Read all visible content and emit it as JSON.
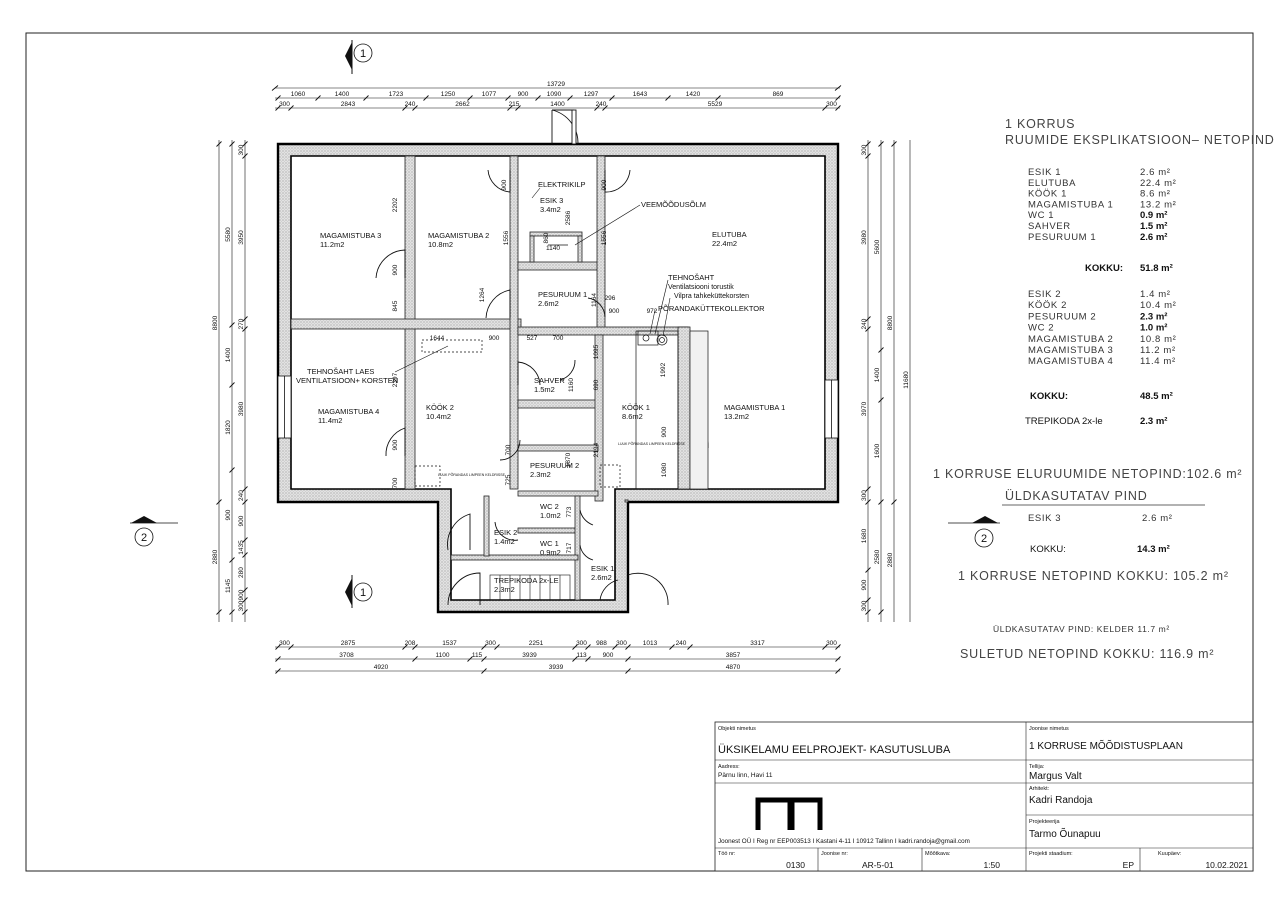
{
  "plan": {
    "dims_top_row1": [
      "1060",
      "1400",
      "1723",
      "1250",
      "1077",
      "900",
      "1090",
      "1297",
      "1643",
      "1420",
      "869"
    ],
    "dims_top_total": "13729",
    "dims_top_row2": [
      "300",
      "2843",
      "240",
      "2662",
      "215",
      "1400",
      "240",
      "5529",
      "300"
    ],
    "dims_bottom_row1": [
      "300",
      "2875",
      "208",
      "1537",
      "300",
      "2251",
      "300",
      "988",
      "300",
      "1013",
      "240",
      "3317",
      "300"
    ],
    "dims_bottom_row2": [
      "3708",
      "1100",
      "115",
      "3939",
      "113",
      "900",
      "3857"
    ],
    "dims_bottom_row3": [
      "4920",
      "3939",
      "4870"
    ],
    "dims_left_outer": [
      "8800",
      "2880"
    ],
    "dims_left_mid": [
      "5580",
      "1400",
      "1820",
      "900",
      "1145"
    ],
    "dims_left_inner": [
      "300",
      "3950",
      "270",
      "3980",
      "240",
      "900",
      "1435",
      "280",
      "900",
      "300"
    ],
    "dims_right_inner": [
      "300",
      "3980",
      "240",
      "3970",
      "300",
      "1680",
      "900",
      "300"
    ],
    "dims_right_mid": [
      "5600",
      "1400",
      "1600",
      "2580"
    ],
    "dims_right_outer": [
      "8800",
      "11680",
      "2880"
    ],
    "rooms": [
      {
        "name": "MAGAMISTUBA 3",
        "area": "11.2m2"
      },
      {
        "name": "MAGAMISTUBA 2",
        "area": "10.8m2"
      },
      {
        "name": "ESIK 3",
        "area": "3.4m2"
      },
      {
        "name": "ELUTUBA",
        "area": "22.4m2"
      },
      {
        "name": "PESURUUM 1",
        "area": "2.6m2"
      },
      {
        "name": "MAGAMISTUBA 4",
        "area": "11.4m2"
      },
      {
        "name": "KÖÖK 2",
        "area": "10.4m2"
      },
      {
        "name": "SAHVER",
        "area": "1.5m2"
      },
      {
        "name": "KÖÖK 1",
        "area": "8.6m2"
      },
      {
        "name": "MAGAMISTUBA 1",
        "area": "13.2m2"
      },
      {
        "name": "PESURUUM 2",
        "area": "2.3m2"
      },
      {
        "name": "WC 2",
        "area": "1.0m2"
      },
      {
        "name": "WC 1",
        "area": "0.9m2"
      },
      {
        "name": "ESIK 2",
        "area": "1.4m2"
      },
      {
        "name": "TREPIKODA 2x-LE",
        "area": "2.3m2"
      },
      {
        "name": "ESIK 1",
        "area": "2.6m2"
      }
    ],
    "labels": {
      "elektrikilp": "ELEKTRIKILP",
      "veemoodusolm": "VEEMÕÕDUSÕLM",
      "tehnosaht": "TEHNOŠAHT",
      "ventilatsiooni_torustik": "Ventilatsiooni torustik",
      "vilpra": "Vilpra tahkeküttekorsten",
      "porandakutte": "PÕRANDAKÜTTEKOLLEKTOR",
      "tehnosaht_laes": "TEHNOŠAHT LAES",
      "ventilatsioon_korsten": "VENTILATSIOON+ KORSTEN",
      "luuk1": "LUUK PÕRANDAS LIMPEEN KELDRISSE",
      "luuk2": "LUUK PÕRANDAS LIMPEEN KELDRISSE"
    },
    "inner_dims": [
      "900",
      "900",
      "2202",
      "900",
      "845",
      "2397",
      "900",
      "700",
      "1556",
      "2586",
      "1556",
      "1140",
      "860",
      "1264",
      "1164",
      "900",
      "972",
      "1644",
      "900",
      "527",
      "700",
      "1095",
      "296",
      "690",
      "1160",
      "1992",
      "900",
      "1080",
      "2194",
      "700",
      "1870",
      "725",
      "773",
      "717"
    ],
    "section_marks": [
      "1",
      "2",
      "1",
      "2"
    ]
  },
  "explication": {
    "title1": "1 KORRUS",
    "title2": "RUUMIDE EKSPLIKATSIOON– NETOPIND",
    "group1": [
      {
        "name": "ESIK 1",
        "val": "2.6 m²"
      },
      {
        "name": "ELUTUBA",
        "val": "22.4 m²"
      },
      {
        "name": "KÖÖK 1",
        "val": "8.6 m²"
      },
      {
        "name": "MAGAMISTUBA 1",
        "val": "13.2 m²"
      },
      {
        "name": "WC 1",
        "val": "0.9 m²"
      },
      {
        "name": "SAHVER",
        "val": "1.5 m²"
      },
      {
        "name": "PESURUUM 1",
        "val": "2.6 m²"
      }
    ],
    "kokku1_label": "KOKKU:",
    "kokku1_val": "51.8 m²",
    "group2": [
      {
        "name": "ESIK 2",
        "val": "1.4 m²"
      },
      {
        "name": "KÖÖK 2",
        "val": "10.4 m²"
      },
      {
        "name": "PESURUUM 2",
        "val": "2.3 m²"
      },
      {
        "name": "WC 2",
        "val": "1.0 m²"
      },
      {
        "name": "MAGAMISTUBA 2",
        "val": "10.8 m²"
      },
      {
        "name": "MAGAMISTUBA 3",
        "val": "11.2 m²"
      },
      {
        "name": "MAGAMISTUBA 4",
        "val": "11.4 m²"
      }
    ],
    "kokku2_label": "KOKKU:",
    "kokku2_val": "48.5 m²",
    "trepikoda_label": "TREPIKODA 2x-le",
    "trepikoda_val": "2.3 m²",
    "eluruumide": "1 KORRUSE ELURUUMIDE NETOPIND:102.6 m²",
    "uldkasutatav": "ÜLDKASUTATAV PIND",
    "esik3_name": "ESIK 3",
    "esik3_val": "2.6 m²",
    "kokku3_label": "KOKKU:",
    "kokku3_val": "14.3 m²",
    "netopind_kokku": "1 KORRUSE NETOPIND KOKKU: 105.2 m²",
    "kelder": "ÜLDKASUTATAV PIND: KELDER 11.7 m²",
    "suletud": "SULETUD NETOPIND KOKKU:   116.9 m²"
  },
  "titleblock": {
    "objekti_label": "Objekti nimetus",
    "objekti": "ÜKSIKELAMU EELPROJEKT- KASUTUSLUBA",
    "joonise_label": "Joonise nimetus",
    "joonise": "1 KORRUSE MÕÕDISTUSPLAAN",
    "aadress_label": "Aadress:",
    "aadress": "Pärnu linn, Havi 11",
    "tellija_label": "Tellija:",
    "tellija": "Margus Valt",
    "arhitekt_label": "Arhitekt:",
    "arhitekt": "Kadri Randoja",
    "projekteerija_label": "Projekteerija",
    "projekteerija": "Tarmo Õunapuu",
    "company": "Joonest OÜ  I  Reg nr EEP003513  I  Kastani 4-11  I 10912 Tallinn  I  kadri.randoja@gmail.com",
    "too_label": "Töö nr:",
    "too": "0130",
    "joonise_nr_label": "Joonise nr:",
    "joonise_nr": "AR-5-01",
    "mootkava_label": "Mõõtkava:",
    "mootkava": "1:50",
    "staadium_label": "Projekti staadium:",
    "staadium": "EP",
    "kuupaev_label": "Kuupäev:",
    "kuupaev": "10.02.2021"
  }
}
